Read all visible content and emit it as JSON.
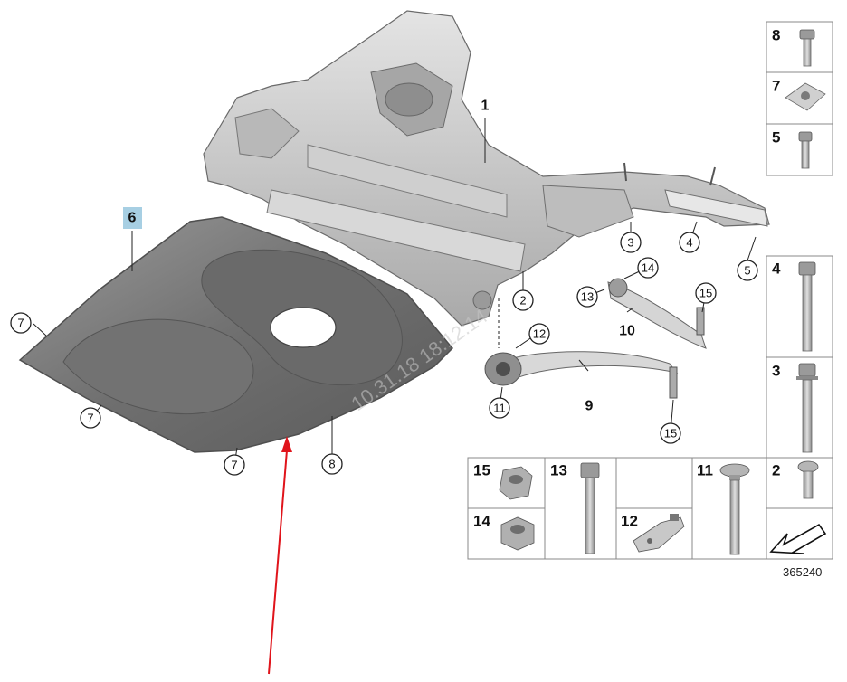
{
  "image_ref": "365240",
  "watermark": "10.31.18 18:12:14",
  "highlighted_part": "6",
  "part_labels": {
    "subframe": "1",
    "panel": "6",
    "control_arm_upper": "10",
    "control_arm_lower": "9"
  },
  "callouts": {
    "c2": "2",
    "c3": "3",
    "c4": "4",
    "c5": "5",
    "c7a": "7",
    "c7b": "7",
    "c7c": "7",
    "c8": "8",
    "c11": "11",
    "c12": "12",
    "c13": "13",
    "c14": "14",
    "c15a": "15",
    "c15b": "15"
  },
  "legend_boxes": {
    "b8": "8",
    "b7": "7",
    "b5": "5",
    "b4": "4",
    "b3": "3",
    "b2": "2",
    "b15": "15",
    "b14": "14",
    "b13": "13",
    "b12": "12",
    "b11": "11"
  },
  "colors": {
    "arrow": "#e0141b",
    "highlight": "#a7cfe3",
    "panel": "#7d7d7d",
    "frame": "#c9c9c9"
  }
}
